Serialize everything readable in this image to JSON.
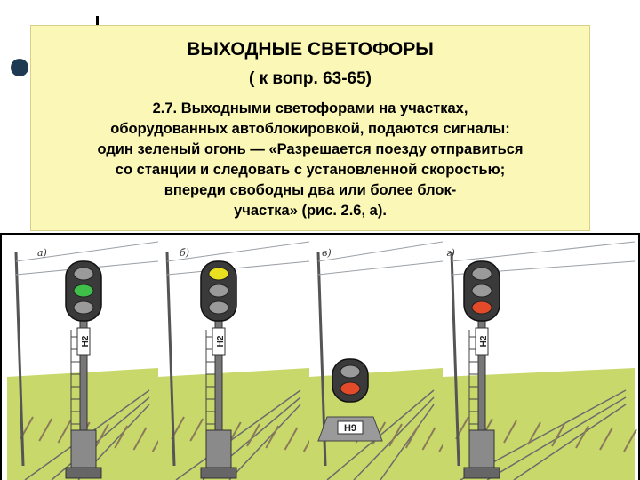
{
  "slide": {
    "title": "ВЫХОДНЫЕ СВЕТОФОРЫ",
    "subtitle": "( к вопр. 63-65)",
    "paragraph_lines": [
      "2.7. Выходными светофорами на участках,",
      "оборудованных автоблокировкой, подаются сигналы:",
      "один зеленый огонь — «Разрешается поезду отправиться",
      "со станции и следовать с установленной скоростью;",
      "впереди свободны два или более блок-",
      "участка» (рис. 2.6, а)."
    ]
  },
  "figure": {
    "panels": [
      {
        "label": "а)",
        "sign": "Н2",
        "lamps": [
          "#9a9a9a",
          "#3fbf4a",
          "#9a9a9a"
        ]
      },
      {
        "label": "б)",
        "sign": "Н2",
        "lamps": [
          "#e8e020",
          "#9a9a9a",
          "#9a9a9a"
        ]
      },
      {
        "label": "в)",
        "sign": "Н9",
        "lamps": [
          "#9a9a9a",
          "#e24a2a"
        ]
      },
      {
        "label": "г)",
        "sign": "Н2",
        "lamps": [
          "#9a9a9a",
          "#9a9a9a",
          "#e24a2a"
        ]
      }
    ]
  },
  "colors": {
    "box_bg": "#fbf7b6",
    "bullet": "#1e3a52",
    "grass": "#c8d86a",
    "sky_lines": "#9aa0a6"
  }
}
